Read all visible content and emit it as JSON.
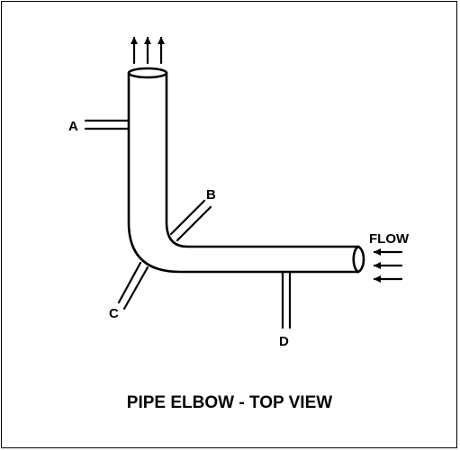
{
  "diagram": {
    "caption": "PIPE ELBOW - TOP VIEW",
    "flow_label": "FLOW",
    "points": {
      "a": "A",
      "b": "B",
      "c": "C",
      "d": "D"
    }
  }
}
